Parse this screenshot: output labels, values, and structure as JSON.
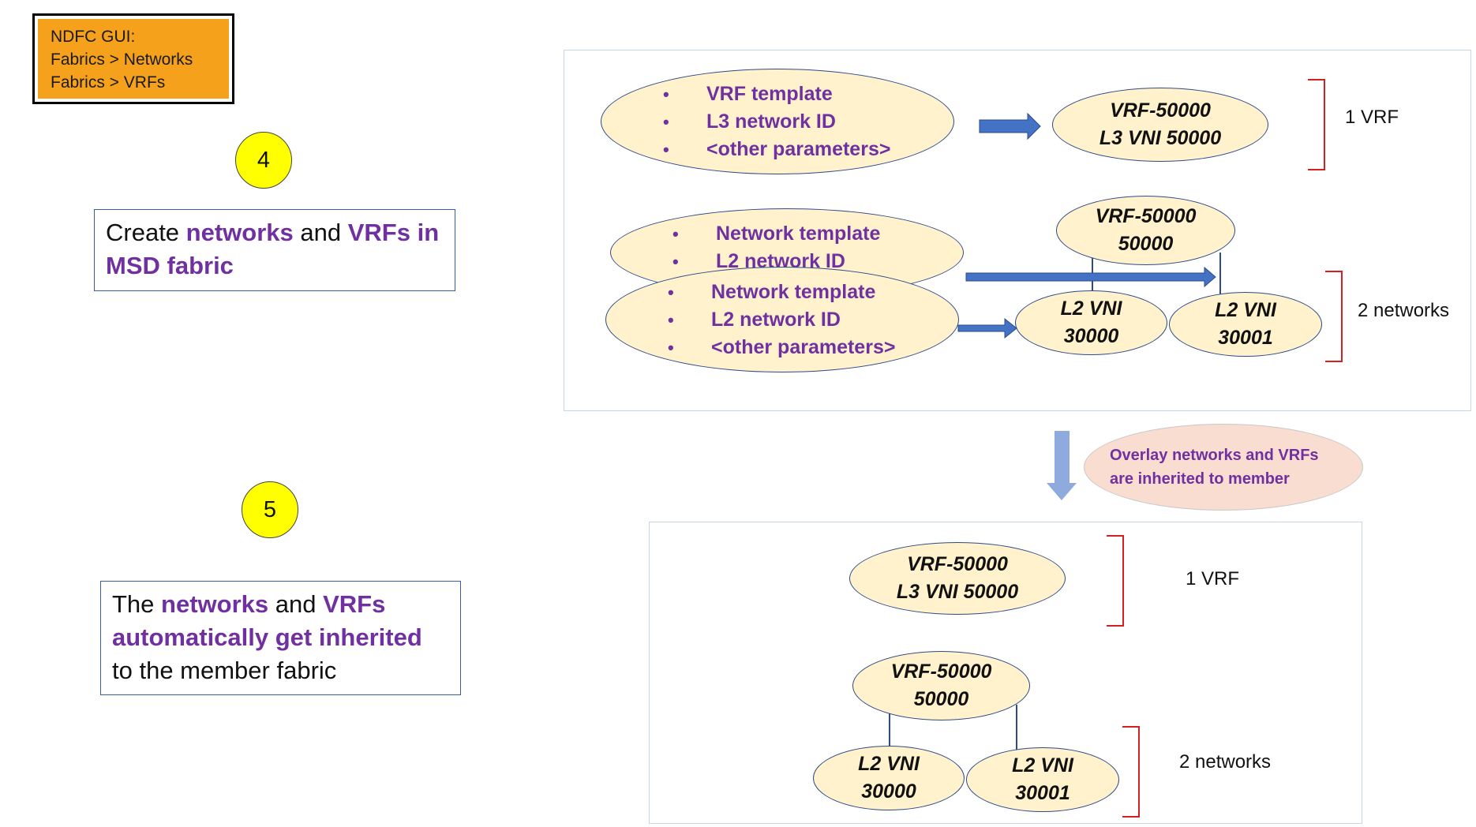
{
  "gui_box": {
    "lines": [
      "NDFC GUI:",
      "Fabrics > Networks",
      "Fabrics > VRFs"
    ]
  },
  "step4": {
    "number": "4",
    "desc": {
      "t1": "Create ",
      "h1": "networks",
      "t2": " and ",
      "h2": "VRFs in MSD fabric"
    }
  },
  "step5": {
    "number": "5",
    "desc": {
      "t1": "The ",
      "h1": "networks",
      "t2": " and ",
      "h2": "VRFs automatically get inherited",
      "t3": " to the member fabric"
    }
  },
  "msd_panel": {
    "vrf_template": [
      "VRF template",
      "L3 network ID",
      "<other parameters>"
    ],
    "vrf_result": {
      "line1": "VRF-50000",
      "line2": "L3 VNI 50000"
    },
    "vrf_count_label": "1 VRF",
    "network_template_back": [
      "Network template",
      "L2 network ID"
    ],
    "network_template_front": [
      "Network template",
      "L2 network ID",
      "<other parameters>"
    ],
    "vrf_parent": {
      "line1": "VRF-50000",
      "line2": "50000"
    },
    "l2_vni_a": {
      "line1": "L2 VNI",
      "line2": "30000"
    },
    "l2_vni_b": {
      "line1": "L2 VNI",
      "line2": "30001"
    },
    "network_count_label": "2 networks"
  },
  "inherit_note": {
    "line1": "Overlay networks and VRFs",
    "line2": "are inherited to member"
  },
  "member_panel": {
    "vrf_result": {
      "line1": "VRF-50000",
      "line2": "L3 VNI 50000"
    },
    "vrf_count_label": "1 VRF",
    "vrf_parent": {
      "line1": "VRF-50000",
      "line2": "50000"
    },
    "l2_vni_a": {
      "line1": "L2 VNI",
      "line2": "30000"
    },
    "l2_vni_b": {
      "line1": "L2 VNI",
      "line2": "30001"
    },
    "network_count_label": "2 networks"
  },
  "colors": {
    "highlight": "#7030a0",
    "ellipse_fill": "#fff2cc",
    "ellipse_border": "#2e4a8b",
    "arrow": "#4472c4",
    "bracket": "#d42020",
    "step_circle": "#ffff00",
    "gui_box_fill": "#f5a11c",
    "note_fill": "#f8ddd0"
  }
}
